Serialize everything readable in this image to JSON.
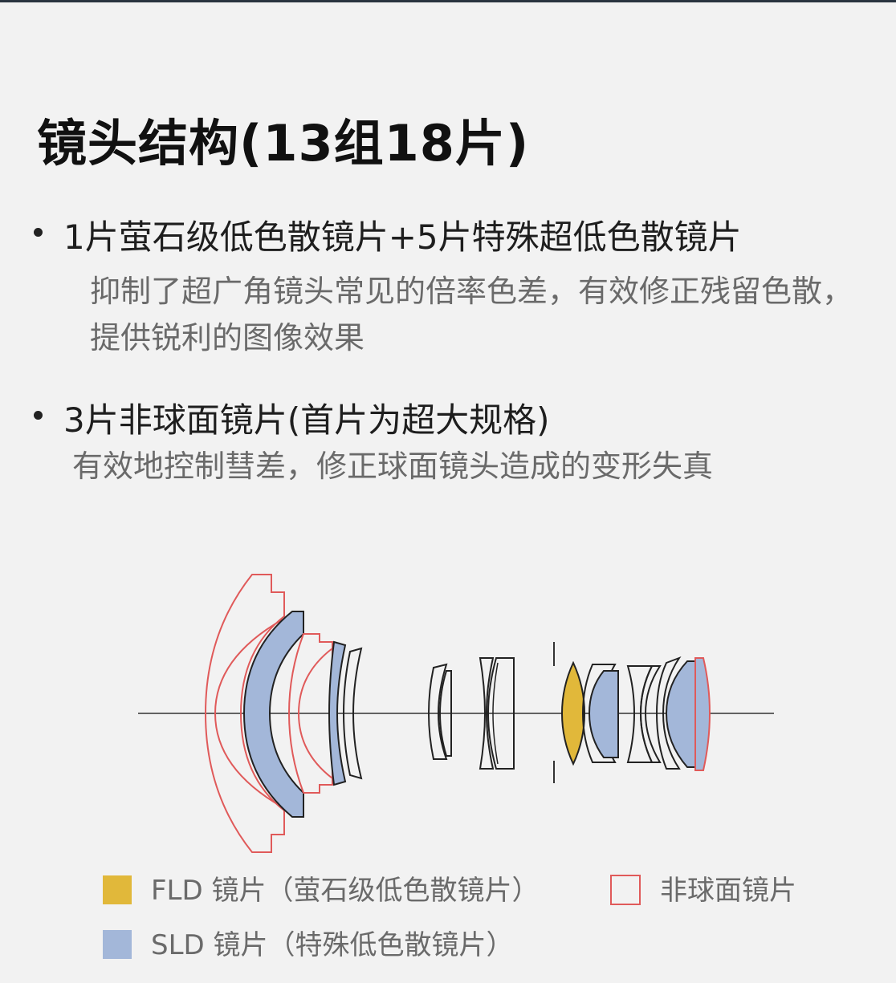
{
  "title": "镜头结构(13组18片)",
  "features": [
    {
      "headline": "1片萤石级低色散镜片+5片特殊超低色散镜片",
      "description": "抑制了超广角镜头常见的倍率色差，有效修正残留色散，提供锐利的图像效果"
    },
    {
      "headline": "3片非球面镜片(首片为超大规格)",
      "description": "有效地控制彗差，修正球面镜头造成的变形失真"
    }
  ],
  "legend": {
    "fld": {
      "label": "FLD 镜片（萤石级低色散镜片）",
      "color": "#e1b83a"
    },
    "sld": {
      "label": "SLD 镜片（特殊低色散镜片）",
      "color": "#a3b7d9"
    },
    "aspherical": {
      "label": "非球面镜片",
      "color": "#e05a5a"
    }
  }
}
